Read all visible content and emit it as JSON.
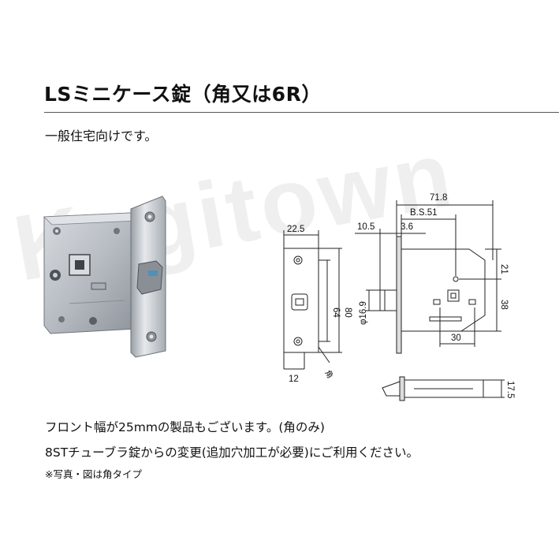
{
  "title": "LSミニケース錠（角又は6R）",
  "subtitle": "一般住宅向けです。",
  "watermark": "Kagitown",
  "notes": {
    "line1": "フロント幅が25mmの製品もございます。(角のみ)",
    "line2": "8STチューブラ錠からの変更(追加穴加工が必要)にご利用ください。",
    "line3": "※写真・図は角タイプ"
  },
  "dimensions": {
    "front_width": "22.5",
    "front_thickness": "12",
    "corner_label": "角",
    "screw_pitch": "64",
    "front_height": "80",
    "overall_length": "71.8",
    "backset": "B.S.51",
    "latch_projection": "10.5",
    "front_offset": "3.6",
    "latch_diameter": "φ16.9",
    "top_to_hub": "21",
    "hub_to_bottom": "38",
    "hub_spacing": "30",
    "case_thickness": "17.5"
  },
  "colors": {
    "steel": "#b9bec4",
    "steel_dark": "#7d838a",
    "latch": "#8a8f95",
    "line": "#222222"
  }
}
